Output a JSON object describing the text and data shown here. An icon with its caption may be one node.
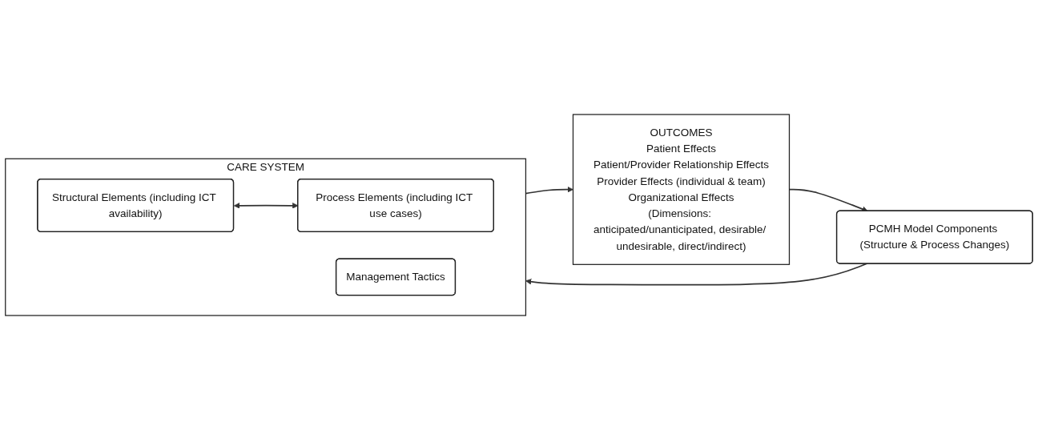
{
  "diagram": {
    "nodes": [
      {
        "text": [
          "CARE SYSTEM"
        ]
      },
      {
        "text": [
          "Structural Elements (including ICT availability)"
        ],
        "in": 0
      },
      {
        "text": [
          "Process Elements (including ICT use cases)"
        ],
        "in": 0
      },
      {
        "text": [
          "Management Tactics"
        ],
        "in": 0
      },
      {
        "text": [
          "OUTCOMES",
          "Patient Effects",
          "Patient/Provider Relationship Effects",
          "Provider Effects (individual & team)",
          "Organizational Effects",
          "(Dimensions: anticipated/unanticipated, desirable/ undesirable, direct/indirect)"
        ]
      },
      {
        "text": [
          "PCMH Model Components (Structure & Process Changes)"
        ]
      }
    ],
    "edges": [
      {
        "from": 1,
        "to": 2,
        "arrow": "both"
      },
      {
        "from": 0,
        "to": 4,
        "arrow": "to"
      },
      {
        "from": 4,
        "to": 5,
        "arrow": "to"
      },
      {
        "from": 5,
        "to": 0,
        "arrow": "to"
      }
    ]
  }
}
